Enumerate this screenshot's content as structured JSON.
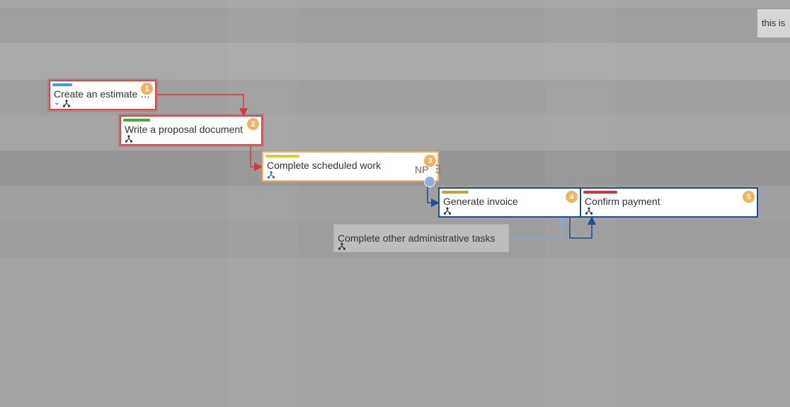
{
  "tooltip": {
    "text": "this is"
  },
  "tasks": [
    {
      "label": "Create an estimate …",
      "number": "1",
      "bar_color": "#3aa0d8"
    },
    {
      "label": "Write a proposal document",
      "number": "2",
      "bar_color": "#4ca836"
    },
    {
      "label": "Complete scheduled work",
      "number": "3",
      "bar_color": "#d4cc3a",
      "assignee": "NP"
    },
    {
      "label": "Generate invoice",
      "number": "4",
      "bar_color": "#c9a03a"
    },
    {
      "label": "Confirm payment",
      "number": "5",
      "bar_color": "#d0343a"
    },
    {
      "label": "Complete other administrative tasks"
    }
  ],
  "colors": {
    "critical_link": "#d9373c",
    "link": "#1b4f95",
    "ghost_link": "#8ea9c9",
    "badge": "#f3b35e"
  }
}
